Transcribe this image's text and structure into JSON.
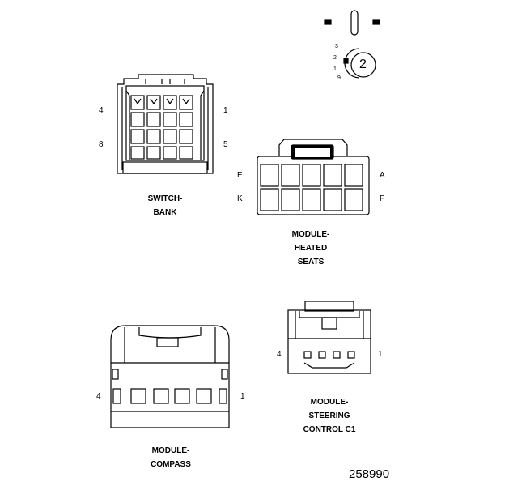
{
  "legend": {
    "pins": [
      "3",
      "2",
      "1",
      "9"
    ],
    "badge": "2"
  },
  "connectors": {
    "switch_bank": {
      "name_line1": "SWITCH-",
      "name_line2": "BANK",
      "pin_top_left": "4",
      "pin_top_right": "1",
      "pin_bottom_left": "8",
      "pin_bottom_right": "5"
    },
    "heated_seats": {
      "name_line1": "MODULE-",
      "name_line2": "HEATED",
      "name_line3": "SEATS",
      "pin_top_left": "E",
      "pin_top_right": "A",
      "pin_bottom_left": "K",
      "pin_bottom_right": "F"
    },
    "compass": {
      "name_line1": "MODULE-",
      "name_line2": "COMPASS",
      "pin_left": "4",
      "pin_right": "1"
    },
    "steering": {
      "name_line1": "MODULE-",
      "name_line2": "STEERING",
      "name_line3": "CONTROL C1",
      "pin_left": "4",
      "pin_right": "1"
    }
  },
  "figure_number": "258990"
}
